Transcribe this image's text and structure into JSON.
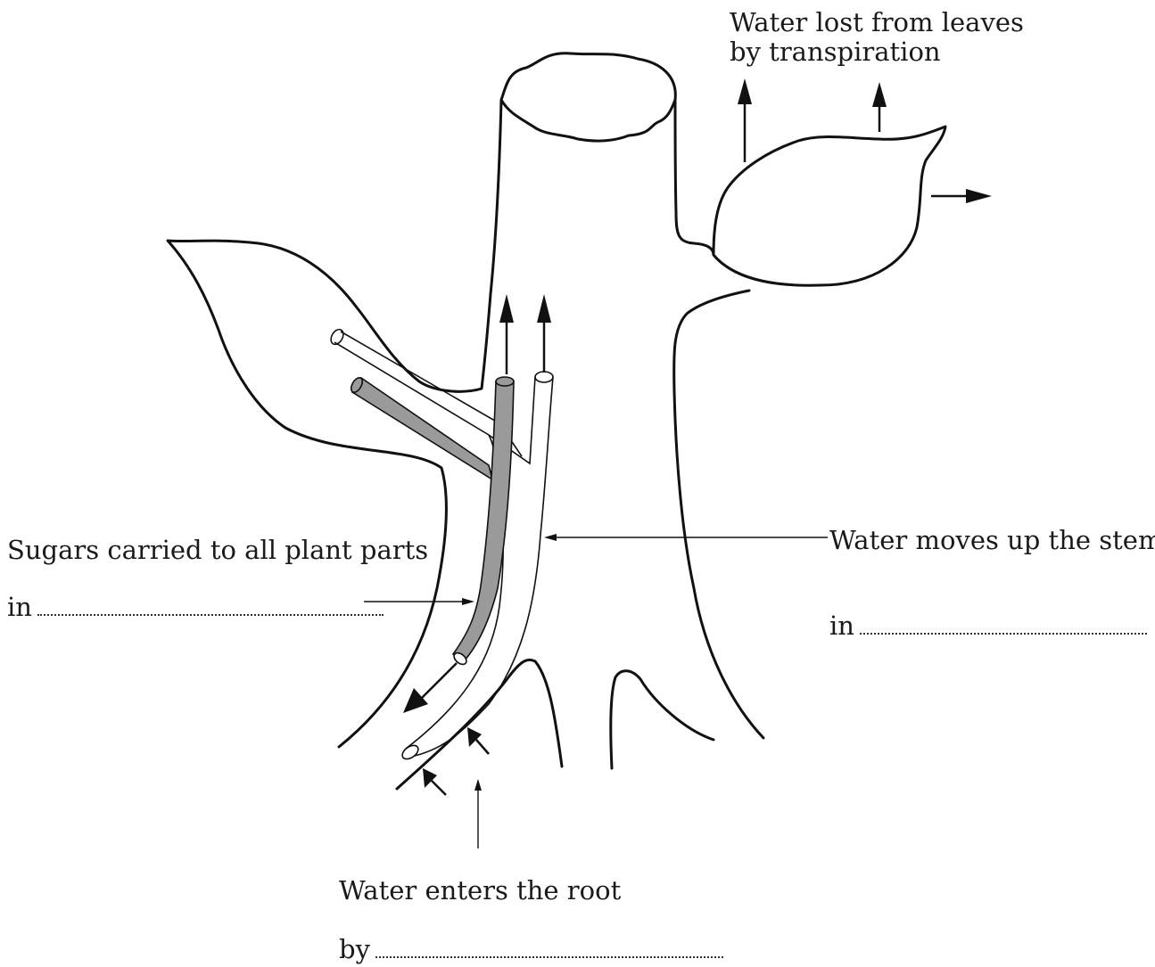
{
  "labels": {
    "transpiration_line1": "Water lost from leaves",
    "transpiration_line2": "by transpiration",
    "sugars": "Sugars carried to all plant parts",
    "sugars_blank": "in",
    "water_stem": "Water moves up the stem",
    "water_stem_blank": "in",
    "water_root": "Water enters the root",
    "water_root_blank": "by"
  },
  "colors": {
    "phloem_fill": "#9a9a9a",
    "xylem_fill": "#ffffff",
    "outline": "#111111"
  }
}
